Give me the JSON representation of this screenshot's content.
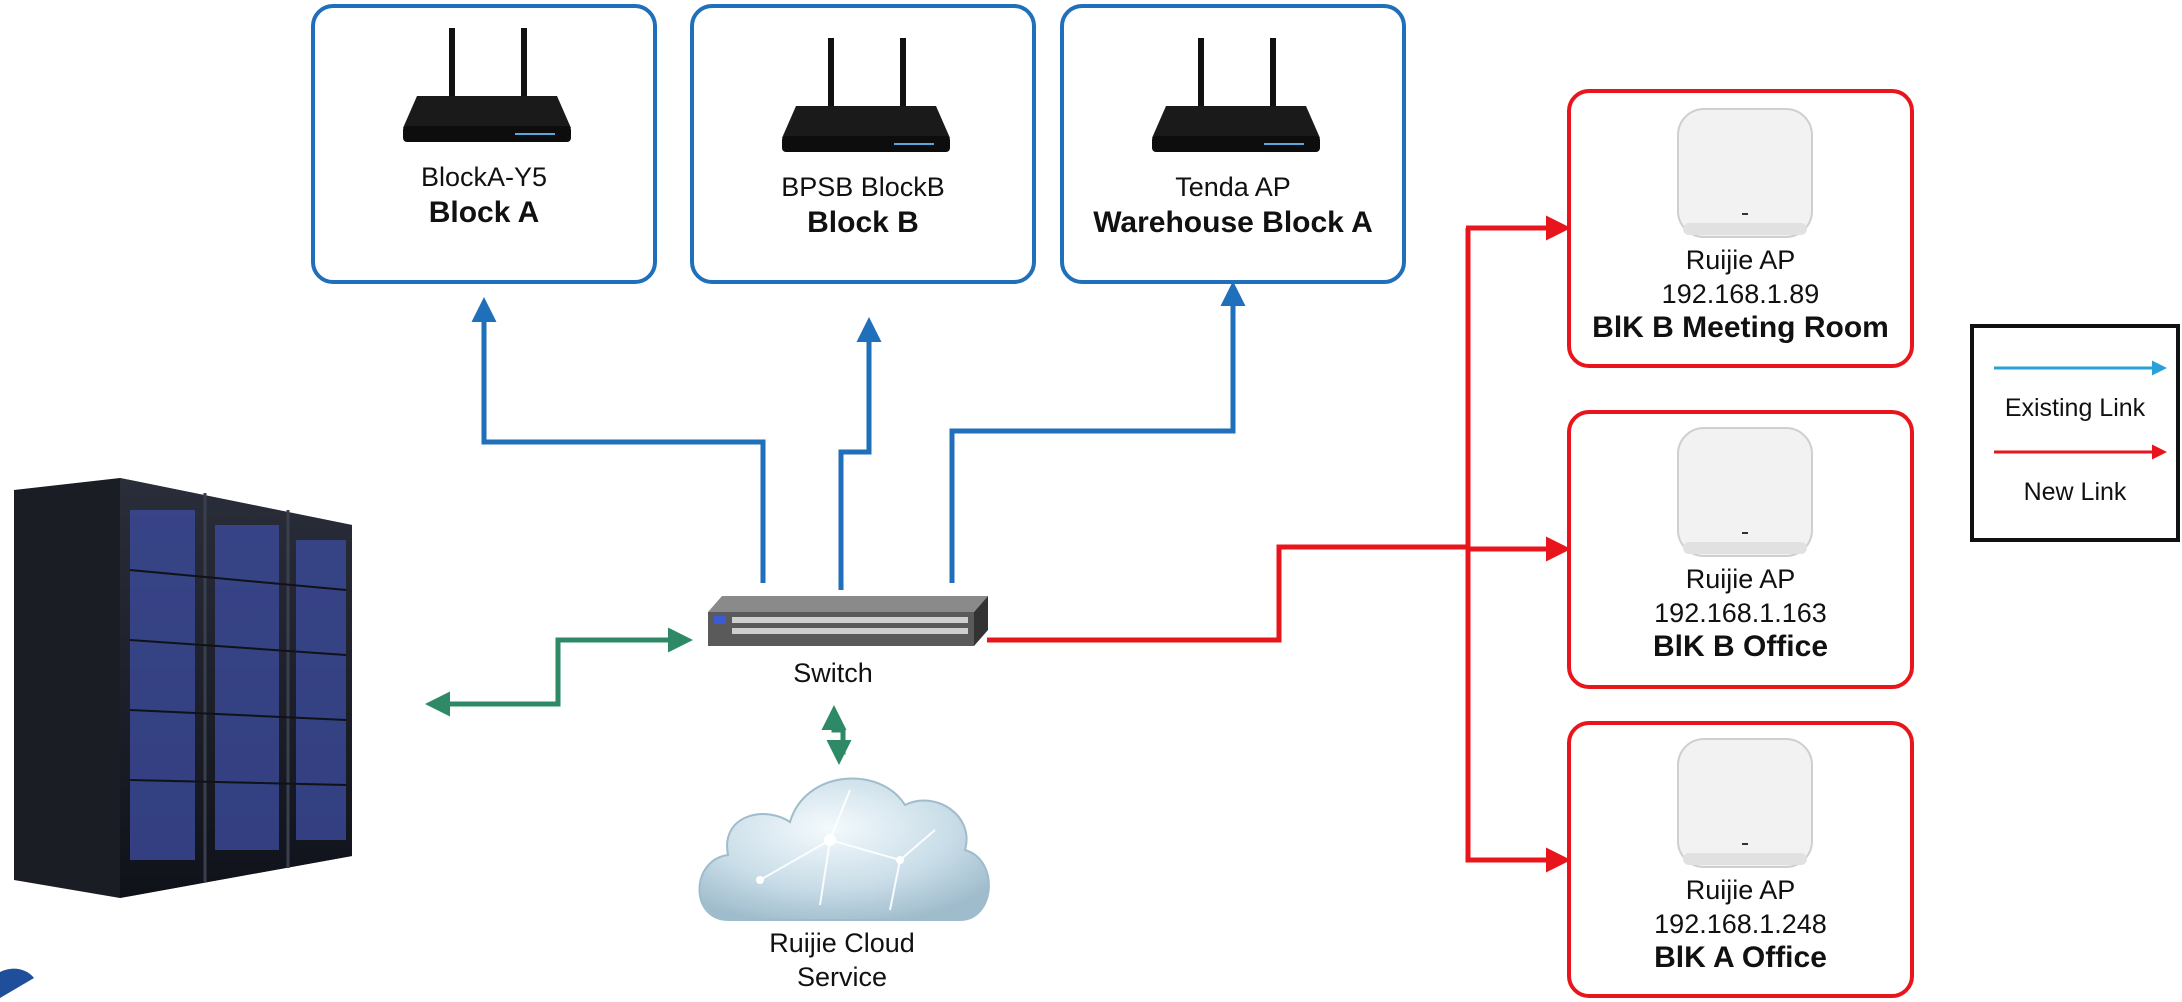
{
  "nodes": {
    "block_a": {
      "device": "BlockA-Y5",
      "location": "Block A"
    },
    "block_b": {
      "device": "BPSB BlockB",
      "location": "Block B"
    },
    "warehouse": {
      "device": "Tenda AP",
      "location": "Warehouse Block A"
    },
    "meeting_room": {
      "device": "Ruijie AP",
      "ip": "192.168.1.89",
      "location": "BlK B Meeting Room"
    },
    "blk_b_office": {
      "device": "Ruijie AP",
      "ip": "192.168.1.163",
      "location": "BlK B Office"
    },
    "blk_a_office": {
      "device": "Ruijie AP",
      "ip": "192.168.1.248",
      "location": "BlK A Office"
    },
    "switch": {
      "label": "Switch"
    },
    "cloud": {
      "label_line1": "Ruijie Cloud",
      "label_line2": "Service"
    }
  },
  "legend": {
    "existing": "Existing Link",
    "new": "New Link"
  },
  "colors": {
    "existing_link": "#1f6fba",
    "legend_existing": "#2aa0d8",
    "new_link": "#e8161c",
    "server_link": "#2e8a66"
  },
  "icons": {
    "router": "wifi-router-icon",
    "access_point": "ceiling-access-point-icon",
    "switch": "network-switch-icon",
    "server": "server-rack-icon",
    "cloud": "cloud-icon"
  }
}
